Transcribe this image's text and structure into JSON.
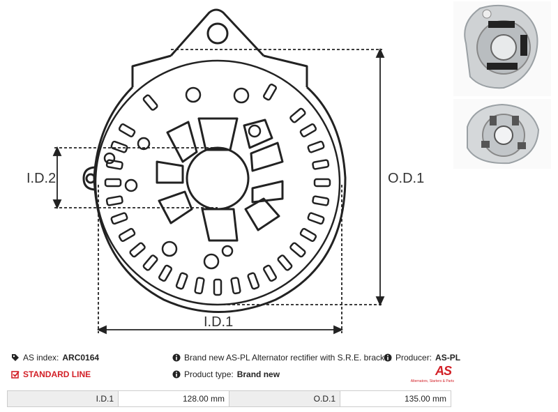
{
  "drawing": {
    "dimension_labels": {
      "id2": "I.D.2",
      "od1": "O.D.1",
      "id1": "I.D.1"
    }
  },
  "thumbnails": [
    {
      "name": "rectifier-photo-top",
      "icon": "product-photo"
    },
    {
      "name": "rectifier-photo-angle",
      "icon": "product-photo"
    }
  ],
  "info": {
    "as_index_label": "AS index:",
    "as_index_value": "ARC0164",
    "line_label": "STANDARD LINE",
    "description": "Brand new AS-PL Alternator rectifier with S.R.E. bracket",
    "producer_label": "Producer:",
    "producer_value": "AS-PL",
    "product_type_label": "Product type:",
    "product_type_value": "Brand new"
  },
  "logo": {
    "text": "AS",
    "tagline": "Alternators, Starters & Parts"
  },
  "specs": {
    "rows": [
      {
        "label1": "I.D.1",
        "value1": "128.00 mm",
        "label2": "O.D.1",
        "value2": "135.00 mm"
      }
    ]
  },
  "colors": {
    "accent_red": "#d21f26",
    "line_dark": "#222222",
    "table_label_bg": "#eeeeee"
  }
}
